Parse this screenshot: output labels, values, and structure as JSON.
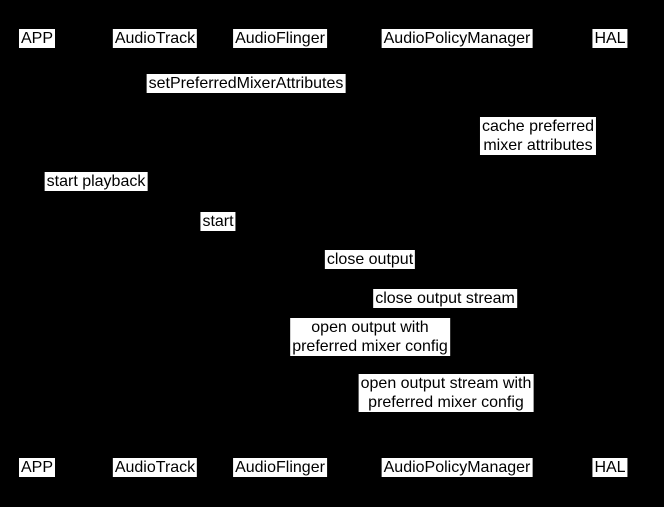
{
  "diagram": {
    "type": "sequence-diagram",
    "colors": {
      "background": "#000000",
      "label_background": "#ffffff",
      "label_text": "#000000"
    },
    "participants": [
      {
        "name": "APP"
      },
      {
        "name": "AudioTrack"
      },
      {
        "name": "AudioFlinger"
      },
      {
        "name": "AudioPolicyManager"
      },
      {
        "name": "HAL"
      }
    ],
    "messages": [
      {
        "text": "setPreferredMixerAttributes"
      },
      {
        "text": "cache preferred\nmixer attributes"
      },
      {
        "text": "start playback"
      },
      {
        "text": "start"
      },
      {
        "text": "close output"
      },
      {
        "text": "close output stream"
      },
      {
        "text": "open output with\npreferred mixer config"
      },
      {
        "text": "open output stream with\npreferred mixer config"
      }
    ]
  }
}
